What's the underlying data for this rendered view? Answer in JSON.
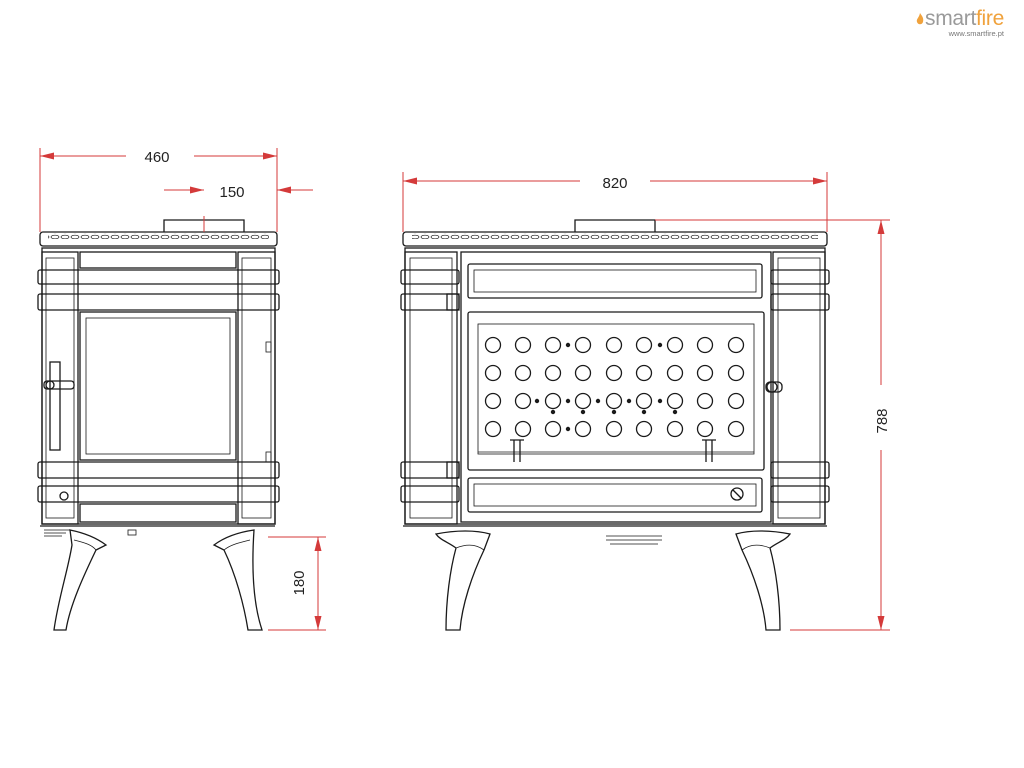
{
  "brand": {
    "name_part1": "smart",
    "name_part2": "fire",
    "url": "www.smartfire.pt",
    "accent_color": "#f0a23c",
    "text_color": "#9a9a9a"
  },
  "dimensions": {
    "side_width": "460",
    "flue_offset": "150",
    "front_width": "820",
    "total_height": "788",
    "leg_height": "180"
  },
  "colors": {
    "outline": "#1a1a1a",
    "dimension_line": "#d43a3a"
  }
}
